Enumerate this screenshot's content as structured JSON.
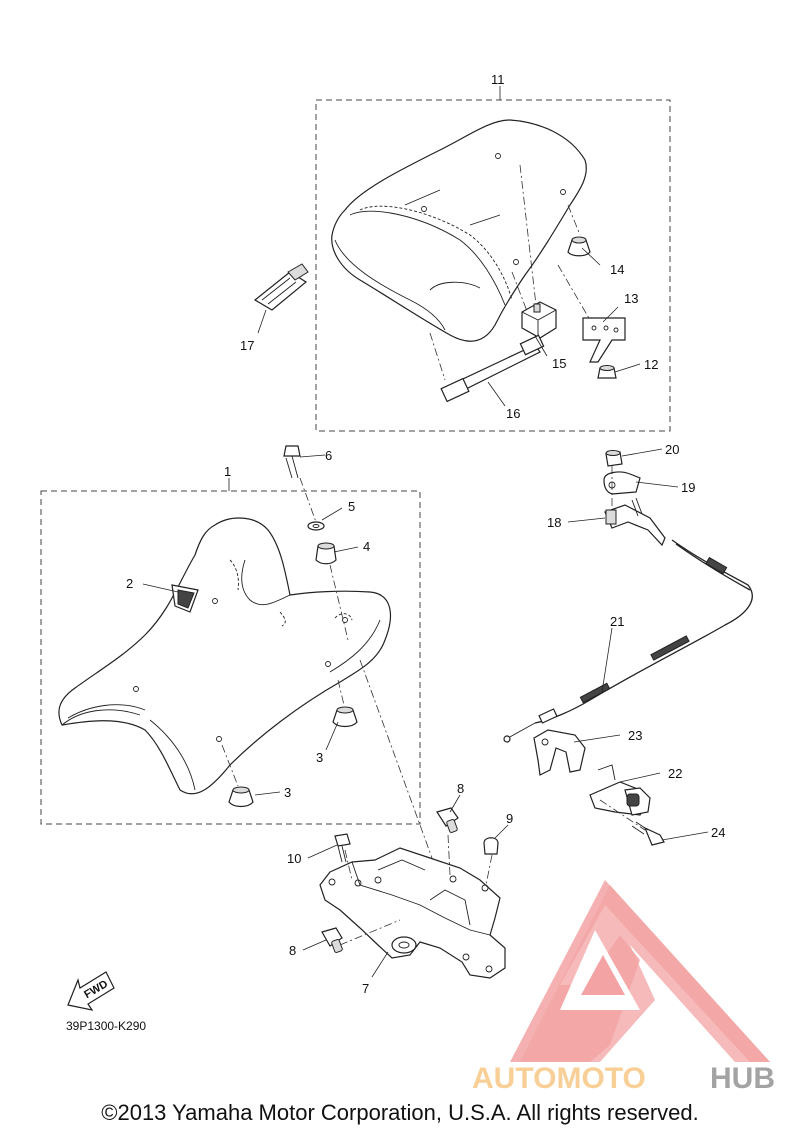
{
  "diagram": {
    "part_numbers": [
      "1",
      "2",
      "3",
      "3",
      "4",
      "5",
      "6",
      "7",
      "8",
      "8",
      "9",
      "10",
      "11",
      "12",
      "13",
      "14",
      "15",
      "16",
      "17",
      "18",
      "19",
      "20",
      "21",
      "22",
      "23",
      "24"
    ],
    "drawing_code": "39P1300-K290",
    "fwd_label": "FWD",
    "copyright": "©2013 Yamaha Motor Corporation, U.S.A. All rights reserved."
  },
  "watermark": {
    "brand_part1": "AUTOMOTO",
    "brand_part2": "HUB",
    "colors": {
      "triangle": "#f29a9a",
      "auto": "#f8cc8c",
      "hub": "#9a9a9a"
    }
  }
}
